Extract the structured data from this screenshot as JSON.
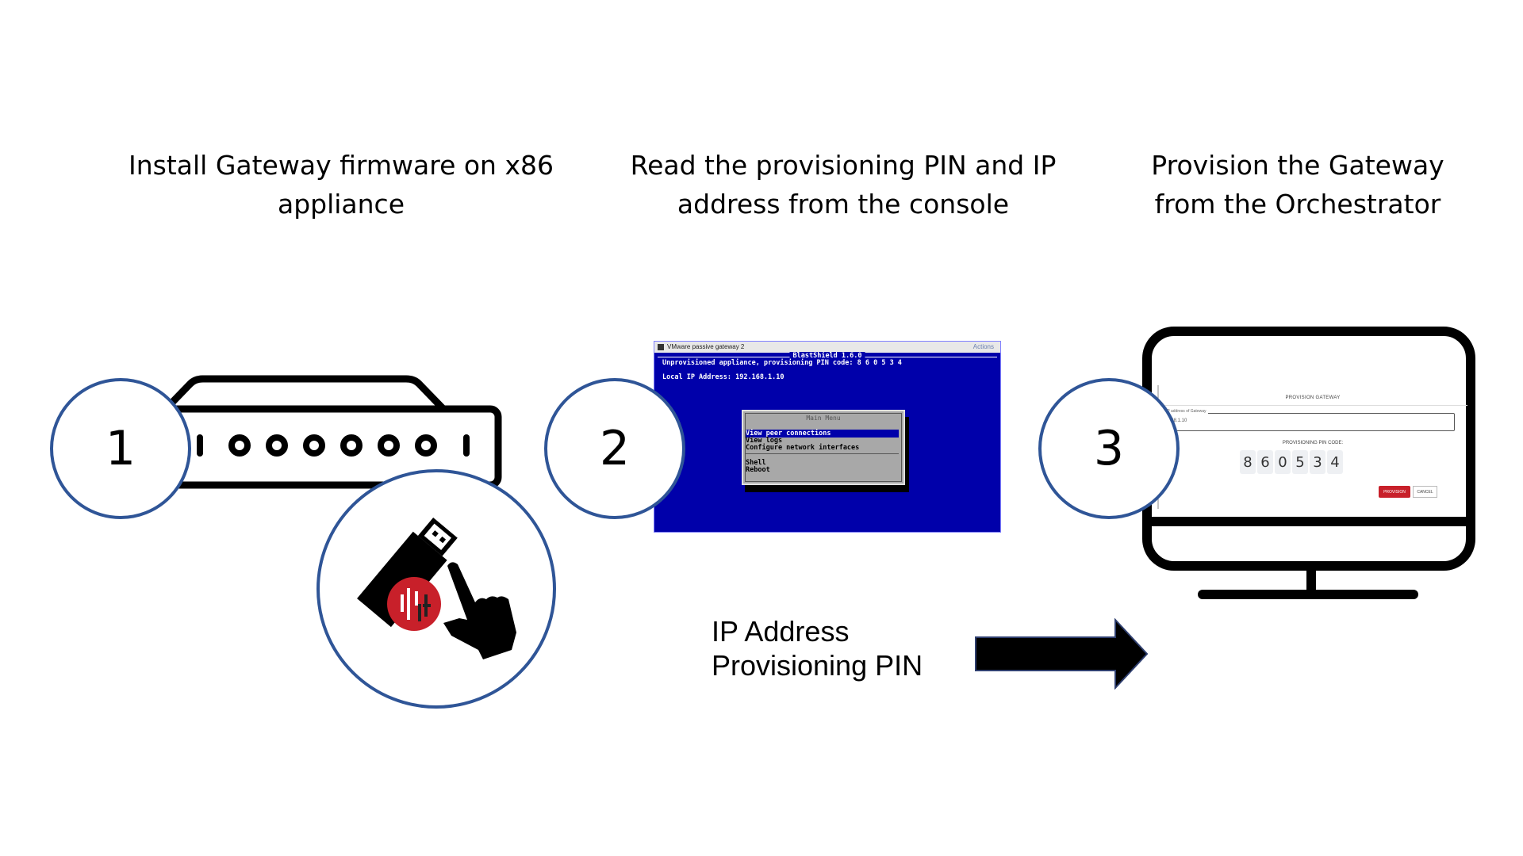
{
  "steps": [
    {
      "number": "1",
      "title": "Install Gateway firmware on x86\nappliance"
    },
    {
      "number": "2",
      "title": "Read the provisioning PIN and IP\naddress from the console"
    },
    {
      "number": "3",
      "title": "Provision the Gateway\nfrom the Orchestrator"
    }
  ],
  "console": {
    "window_title": "VMware passive gateway 2",
    "toolbar_actions": "Actions",
    "header": "BlastShield 1.6.0",
    "status_line": "Unprovisioned appliance, provisioning PIN code: 8 6 0 5 3 4",
    "ip_line": "Local IP Address: 192.168.1.10",
    "menu": {
      "title": "Main Menu",
      "items": [
        {
          "label": "View peer connections",
          "selected": true
        },
        {
          "label": "View logs",
          "selected": false
        },
        {
          "label": "Configure network interfaces",
          "selected": false
        },
        {
          "label": "Shell",
          "selected": false
        },
        {
          "label": "Reboot",
          "selected": false
        }
      ]
    }
  },
  "orchestrator_dialog": {
    "title": "PROVISION GATEWAY",
    "ip_field_label": "IP address of Gateway",
    "ip_field_value": "2.168.1.10",
    "pin_label": "PROVISIONING PIN CODE:",
    "pin_digits": [
      "8",
      "6",
      "0",
      "5",
      "3",
      "4"
    ],
    "provision_button": "PROVISION",
    "cancel_button": "CANCEL"
  },
  "transfer_label": "IP Address\nProvisioning PIN",
  "colors": {
    "circle_stroke": "#2f5597",
    "console_blue": "#0000aa",
    "brand_red": "#c8202a",
    "arrow_fill": "#000000"
  },
  "icons": {
    "appliance": "network-appliance-icon",
    "usb": "usb-drive-icon",
    "hand": "pointing-hand-icon",
    "logo": "brand-logo-icon",
    "monitor": "monitor-icon",
    "arrow": "right-arrow-icon"
  }
}
